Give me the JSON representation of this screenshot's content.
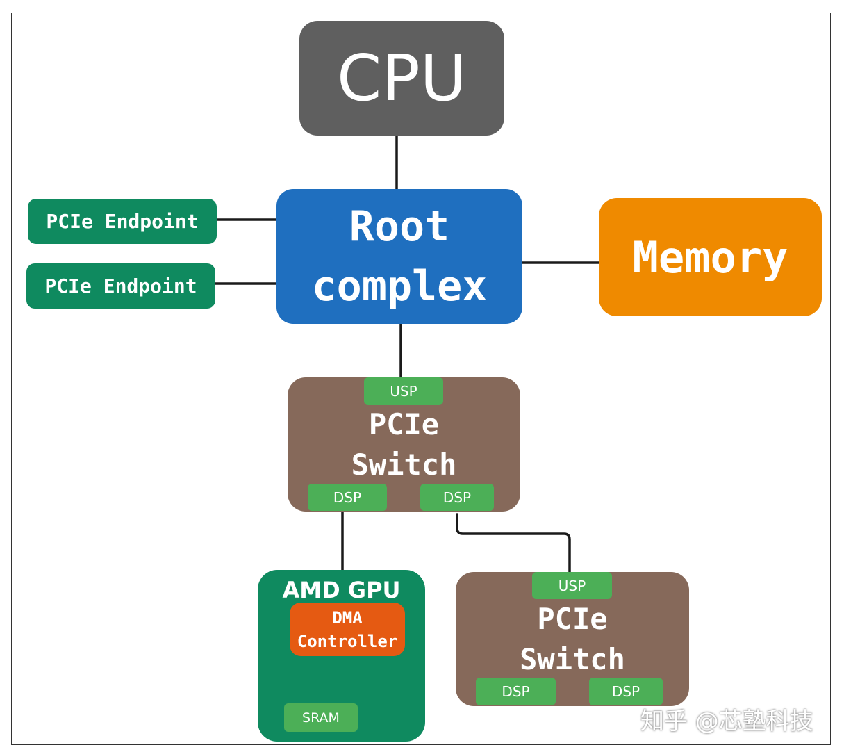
{
  "cpu": {
    "label": "CPU"
  },
  "root_complex": {
    "line1": "Root",
    "line2": "complex"
  },
  "memory": {
    "label": "Memory"
  },
  "endpoints": [
    {
      "label": "PCIe Endpoint"
    },
    {
      "label": "PCIe Endpoint"
    }
  ],
  "switch_upper": {
    "line1": "PCIe",
    "line2": "Switch",
    "usp": "USP",
    "dsp_left": "DSP",
    "dsp_right": "DSP"
  },
  "switch_lower": {
    "line1": "PCIe",
    "line2": "Switch",
    "usp": "USP",
    "dsp_left": "DSP",
    "dsp_right": "DSP"
  },
  "gpu": {
    "title": "AMD GPU",
    "dma_line1": "DMA",
    "dma_line2": "Controller",
    "sram": "SRAM"
  },
  "watermark": "知乎 @芯塾科技",
  "colors": {
    "cpu": "#5f5f5f",
    "root_complex": "#1f6fbf",
    "memory": "#ef8a00",
    "endpoint": "#0f8a5f",
    "switch": "#86695a",
    "port": "#4caf57",
    "gpu": "#0f8a5f",
    "dma": "#e55a12",
    "bus_arrow": "#a8897a"
  }
}
